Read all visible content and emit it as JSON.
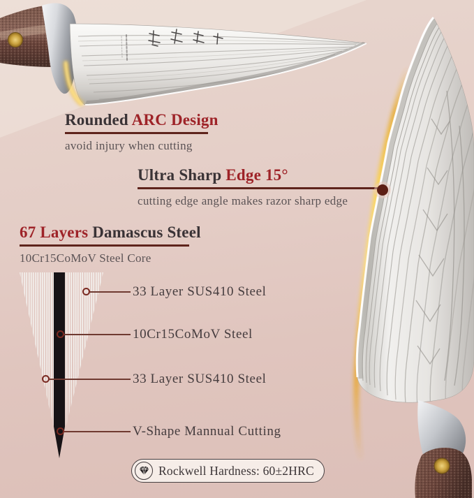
{
  "product_graphic": {
    "features": [
      {
        "title_prefix": "Rounded ",
        "title_accent": "ARC Design",
        "subtitle": "avoid injury when cutting"
      },
      {
        "title_prefix": "Ultra Sharp ",
        "title_accent": "Edge 15°",
        "subtitle": "cutting edge angle makes razor sharp edge"
      },
      {
        "title_accent": "67 Layers ",
        "title_suffix": "Damascus Steel",
        "subtitle": "10Cr15CoMoV Steel Core"
      }
    ],
    "layer_diagram": {
      "callouts": [
        {
          "label": "33 Layer SUS410 Steel"
        },
        {
          "label": "10Cr15CoMoV Steel"
        },
        {
          "label": "33 Layer SUS410 Steel"
        },
        {
          "label": "V-Shape Mannual Cutting"
        }
      ]
    },
    "hardness_badge": {
      "icon": "diamond-gem-icon",
      "label": "Rockwell Hardness: 60±2HRC"
    }
  },
  "colors": {
    "accent_red": "#9e2328",
    "underline_maroon": "#5e241c",
    "text_dark": "#3a3336",
    "text_muted": "#5b5355",
    "callout_line": "#6f3a31",
    "gold_glow": "#f3c243",
    "handle_brown": "#6b453c",
    "blade_silver": "#e9e7e4",
    "diagram_core_black": "#171316",
    "background_top": "#e8d6ce",
    "background_bottom": "#dcbfb8"
  }
}
